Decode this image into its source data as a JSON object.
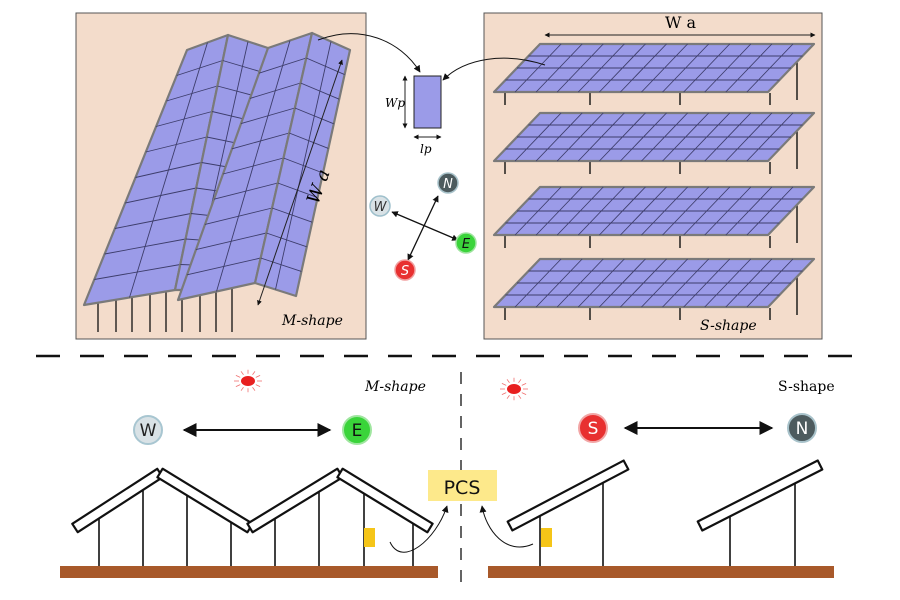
{
  "colors": {
    "panel_bg": "#f3dccb",
    "panel_border": "#555555",
    "panel_fill": "#9b9be8",
    "panel_frame": "#7a7a7a",
    "ground": "#a8592a",
    "pcs_bg": "#fde98b",
    "battery": "#f5c518",
    "west": "#d9e2e6",
    "north": "#4d5b5e",
    "east": "#3ad43a",
    "south": "#e83030",
    "sun": "#e82020"
  },
  "top": {
    "m_panel": {
      "label": "M-shape",
      "dimension_label": "W a"
    },
    "s_panel": {
      "label": "S-shape",
      "dimension_label": "W a"
    },
    "module": {
      "height_label": "Wp",
      "width_label": "lp"
    },
    "compass": {
      "north": "N",
      "east": "E",
      "south": "S",
      "west": "W"
    }
  },
  "bottom": {
    "left": {
      "title": "M-shape",
      "dir_left": "W",
      "dir_right": "E"
    },
    "right": {
      "title": "S-shape",
      "dir_left": "S",
      "dir_right": "N"
    },
    "pcs_label": "PCS"
  }
}
